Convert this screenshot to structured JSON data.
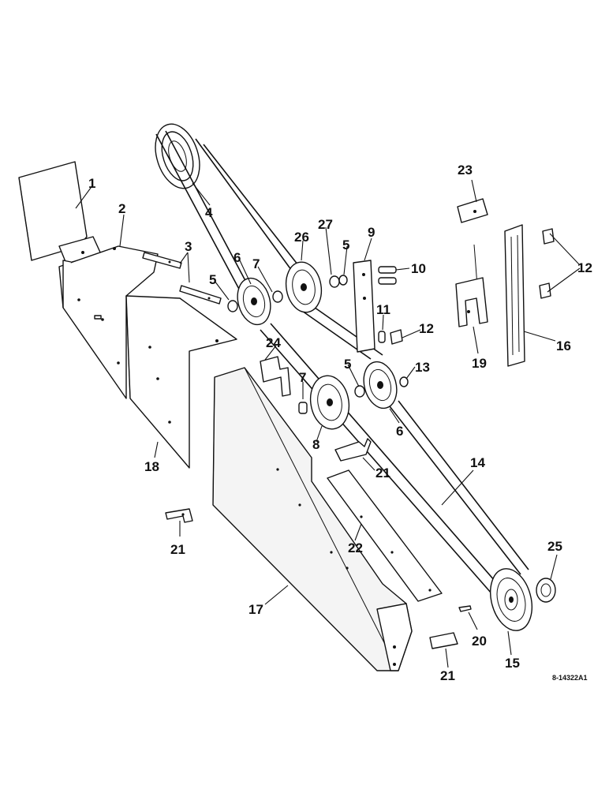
{
  "callouts": {
    "c1": "1",
    "c2": "2",
    "c3": "3",
    "c4": "4",
    "c5a": "5",
    "c5b": "5",
    "c5c": "5",
    "c6a": "6",
    "c6b": "6",
    "c7a": "7",
    "c7b": "7",
    "c8": "8",
    "c9": "9",
    "c10": "10",
    "c11": "11",
    "c12a": "12",
    "c12b": "12",
    "c13": "13",
    "c14": "14",
    "c15": "15",
    "c16": "16",
    "c17": "17",
    "c18": "18",
    "c19": "19",
    "c20": "20",
    "c21a": "21",
    "c21b": "21",
    "c21c": "21",
    "c22": "22",
    "c23": "23",
    "c24": "24",
    "c25": "25",
    "c26": "26",
    "c27": "27"
  },
  "drawing_number": "8-14322A1"
}
